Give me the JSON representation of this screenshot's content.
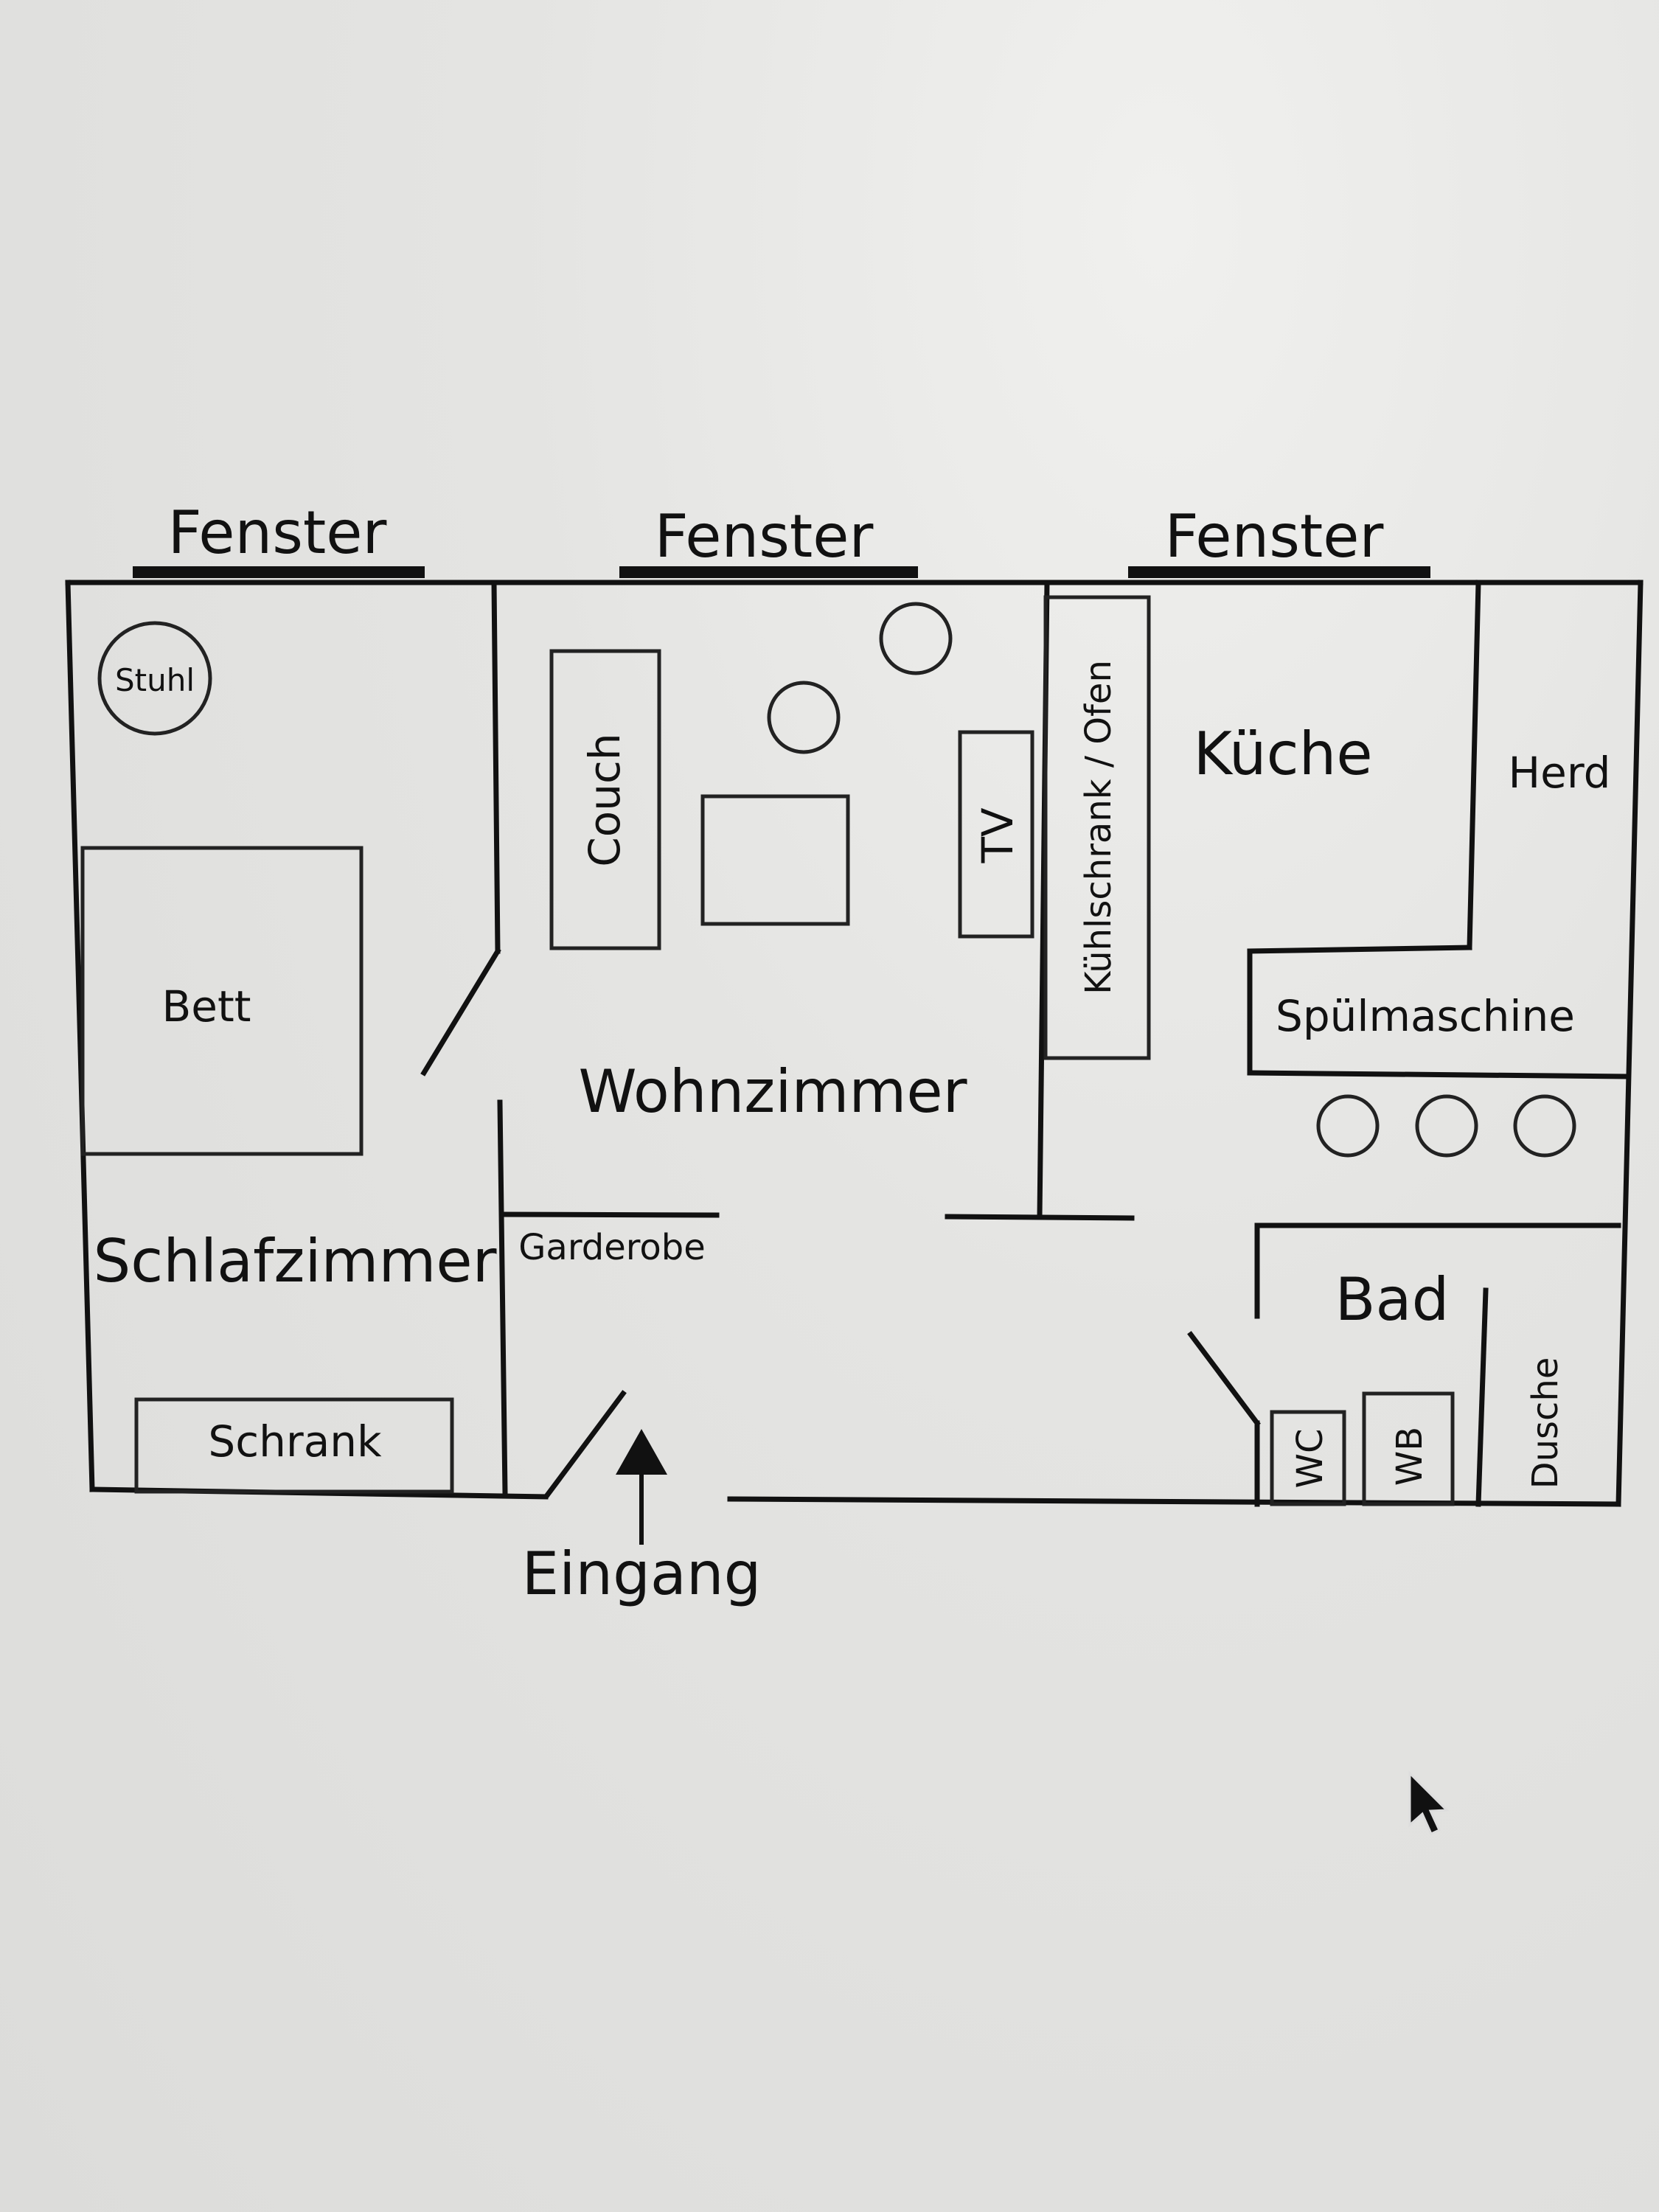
{
  "windows": [
    "Fenster",
    "Fenster",
    "Fenster"
  ],
  "rooms": {
    "bedroom": "Schlafzimmer",
    "living": "Wohnzimmer",
    "kitchen": "Küche",
    "bath": "Bad"
  },
  "furniture": {
    "chair": "Stuhl",
    "bed": "Bett",
    "wardrobe": "Schrank",
    "couch": "Couch",
    "tv": "TV",
    "fridge": "Kühlschrank / Ofen",
    "stove": "Herd",
    "dishwasher": "Spülmaschine",
    "coat_rack": "Garderobe",
    "wc": "WC",
    "sink": "WB",
    "shower": "Dusche"
  },
  "entrance": "Eingang",
  "cursor_icon": "mouse-pointer-icon"
}
